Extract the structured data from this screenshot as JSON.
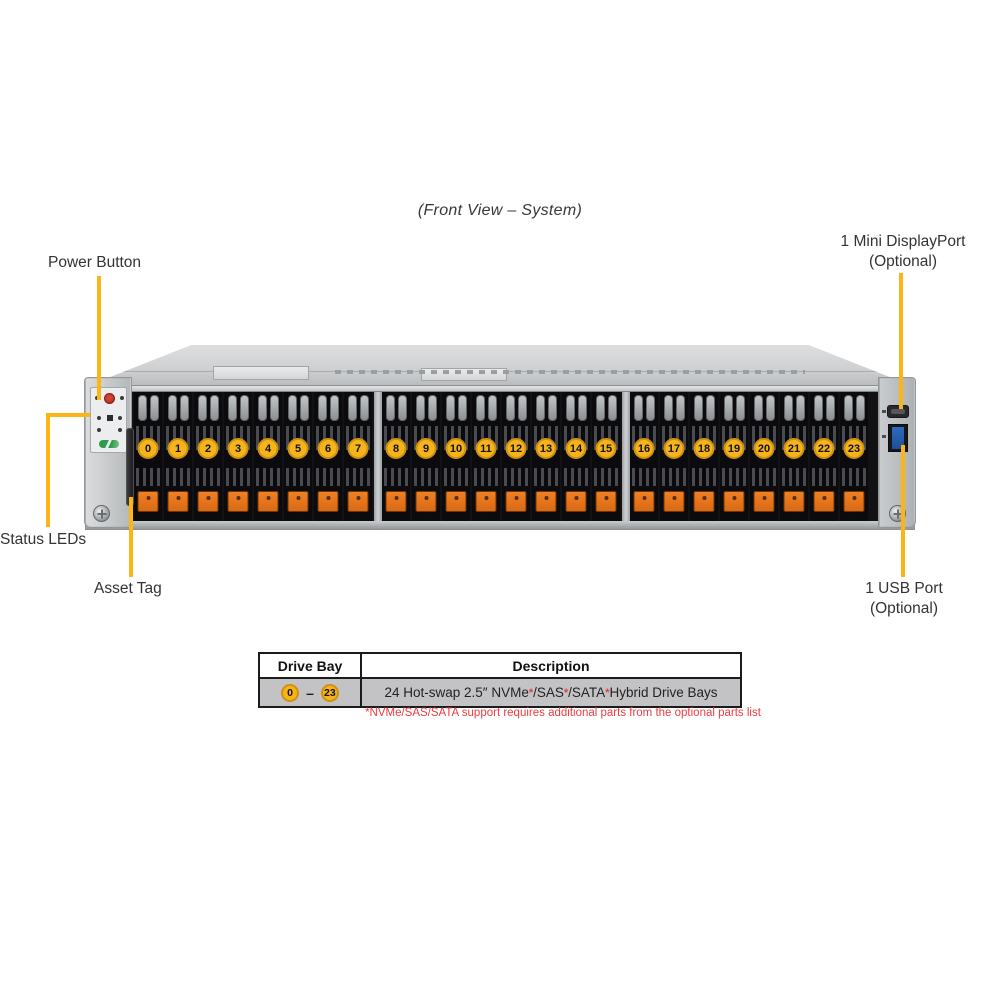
{
  "title": "(Front View – System)",
  "labels": {
    "power_button": "Power Button",
    "mini_displayport_line1": "1 Mini DisplayPort",
    "mini_displayport_line2": "(Optional)",
    "status_leds": "Status LEDs",
    "asset_tag": "Asset Tag",
    "usb_port_line1": "1 USB Port",
    "usb_port_line2": "(Optional)"
  },
  "chassis": {
    "group_size": 8,
    "bays": [
      "0",
      "1",
      "2",
      "3",
      "4",
      "5",
      "6",
      "7",
      "8",
      "9",
      "10",
      "11",
      "12",
      "13",
      "14",
      "15",
      "16",
      "17",
      "18",
      "19",
      "20",
      "21",
      "22",
      "23"
    ]
  },
  "table": {
    "headers": [
      "Drive Bay",
      "Description"
    ],
    "row": {
      "bay_start": "0",
      "bay_end": "23",
      "separator": "–",
      "description_parts": [
        {
          "text": "24 Hot-swap 2.5″ NVMe"
        },
        {
          "text": "*",
          "red": true
        },
        {
          "text": "/SAS"
        },
        {
          "text": "*",
          "red": true
        },
        {
          "text": "/SATA"
        },
        {
          "text": "*",
          "red": true
        },
        {
          "text": " Hybrid Drive Bays"
        }
      ]
    },
    "footnote": "*NVMe/SAS/SATA support requires additional parts from the optional parts list"
  },
  "colors": {
    "leader_line": "#FDB515",
    "bay_yellow": "#F5B31C",
    "bay_yellow_border": "#CE9210",
    "latch_orange": "#EF8024",
    "usb_blue": "#2F6BBF",
    "note_red": "#EE3B40",
    "power_red": "#C0392B",
    "logo_green": "#2E9B4E"
  }
}
